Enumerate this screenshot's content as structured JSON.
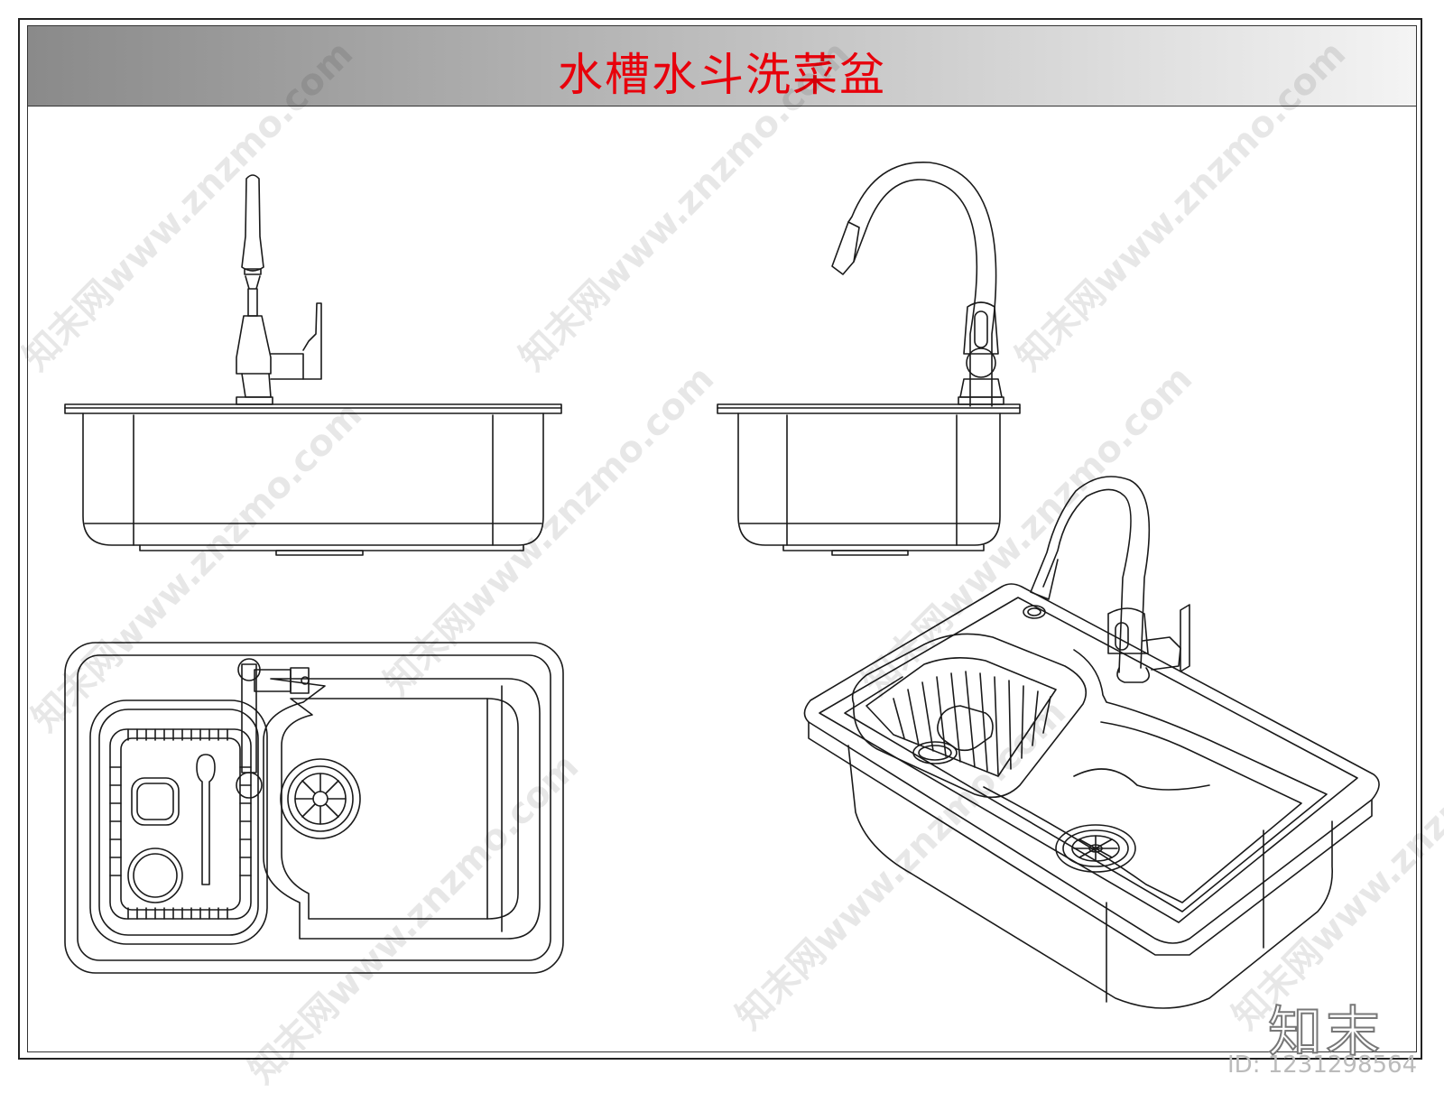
{
  "title": "水槽水斗洗菜盆",
  "watermark": "知末网www.znzmo.com",
  "brand": "知末",
  "id_label": "ID: 1231298564",
  "colors": {
    "title": "#e8000b",
    "line": "#1a1a1a"
  }
}
